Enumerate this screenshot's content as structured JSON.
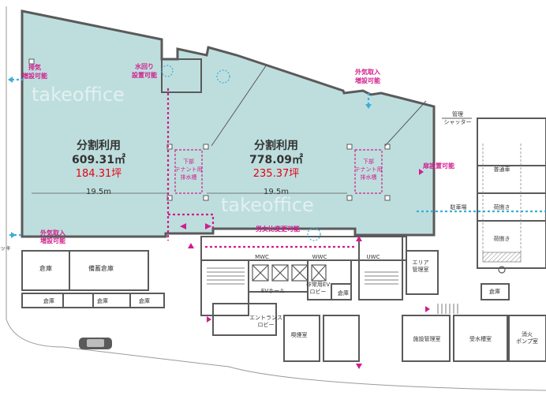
{
  "zones": {
    "left": {
      "title": "分割利用",
      "area_sqm": "609.31㎡",
      "area_tsubo": "184.31坪",
      "width": "19.5m"
    },
    "right": {
      "title": "分割利用",
      "area_sqm": "778.09㎡",
      "area_tsubo": "235.37坪",
      "width": "19.5m"
    }
  },
  "annotations": {
    "exhaust": [
      "排気",
      "増設可能"
    ],
    "air_intake_left": [
      "外気取入",
      "増設可能"
    ],
    "air_intake_top": [
      "外気取入",
      "増設可能"
    ],
    "water": [
      "水回り",
      "設置可能"
    ],
    "tank_left": [
      "下部",
      "テナント用",
      "排水槽"
    ],
    "tank_right": [
      "下部",
      "テナント用",
      "排水槽"
    ],
    "door": "扉設置可能",
    "restroom_change": "男女比変更可能"
  },
  "rooms": {
    "storage": "倉庫",
    "reserve_storage": "備蓄倉庫",
    "ev_hall": "EVホール",
    "emergency_ev": [
      "非常用EV",
      "ロビー"
    ],
    "entrance": [
      "エントランス",
      "ロビー"
    ],
    "smoking": "喫煙室",
    "facility": "施設管理室",
    "water_tank": "受水槽室",
    "fire_pump": [
      "消火",
      "ポンプ室"
    ],
    "area_mgmt": [
      "エリア",
      "管理室"
    ],
    "parking": "駐車場",
    "regular_car": "普通車",
    "loading_1": "荷捌き",
    "loading_2": "荷捌き",
    "shutter": [
      "管理",
      "シャッター"
    ],
    "deck": "ッキ",
    "mwc_left": "MWC",
    "wwc": "WWC",
    "uwc": "UWC"
  },
  "watermarks": [
    "takeoffice",
    "takeoffice"
  ],
  "colors": {
    "floor": "#bedede",
    "wall": "#5a5a5a",
    "annotation": "#d11d8c",
    "area_red": "#e60012",
    "duct": "#3aaed8"
  }
}
